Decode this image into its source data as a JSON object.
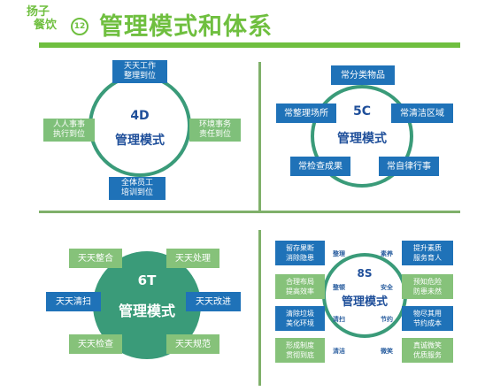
{
  "header": {
    "logo_line1": "扬子",
    "logo_line2": "餐饮",
    "logo_badge": "12",
    "title": "管理模式和体系"
  },
  "colors": {
    "green": "#6fbf3f",
    "blue": "#1f72b8",
    "teal": "#3a9b79"
  },
  "d4": {
    "big": "4D",
    "label": "管理模式",
    "top": "天天工作\n整理到位",
    "left": "人人事事\n执行到位",
    "right": "环境事务\n责任到位",
    "bottom": "全体员工\n培训到位"
  },
  "c5": {
    "big": "5C",
    "label": "管理模式",
    "top": "常分类物品",
    "left": "常整理场所",
    "right": "常清洁区域",
    "bottom_left": "常检查成果",
    "bottom_right": "常自律行事"
  },
  "t6": {
    "big": "6T",
    "label": "管理模式",
    "top_left": "天天整合",
    "top_right": "天天处理",
    "mid_left": "天天清扫",
    "mid_right": "天天改进",
    "bottom_left": "天天检查",
    "bottom_right": "天天规范"
  },
  "s8": {
    "big": "8S",
    "label": "管理模式",
    "left_boxes": [
      "留存果断\n消除隐患",
      "合理布局\n提高效率",
      "清除垃圾\n美化环境",
      "形成制度\n贯彻到底"
    ],
    "left_labels": [
      "整理",
      "整顿",
      "清扫",
      "清洁"
    ],
    "right_boxes": [
      "提升素质\n服务育人",
      "预知危险\n防患未然",
      "物尽其用\n节约成本",
      "真诚微笑\n优质服务"
    ],
    "right_labels": [
      "素养",
      "安全",
      "节约",
      "微笑"
    ]
  }
}
